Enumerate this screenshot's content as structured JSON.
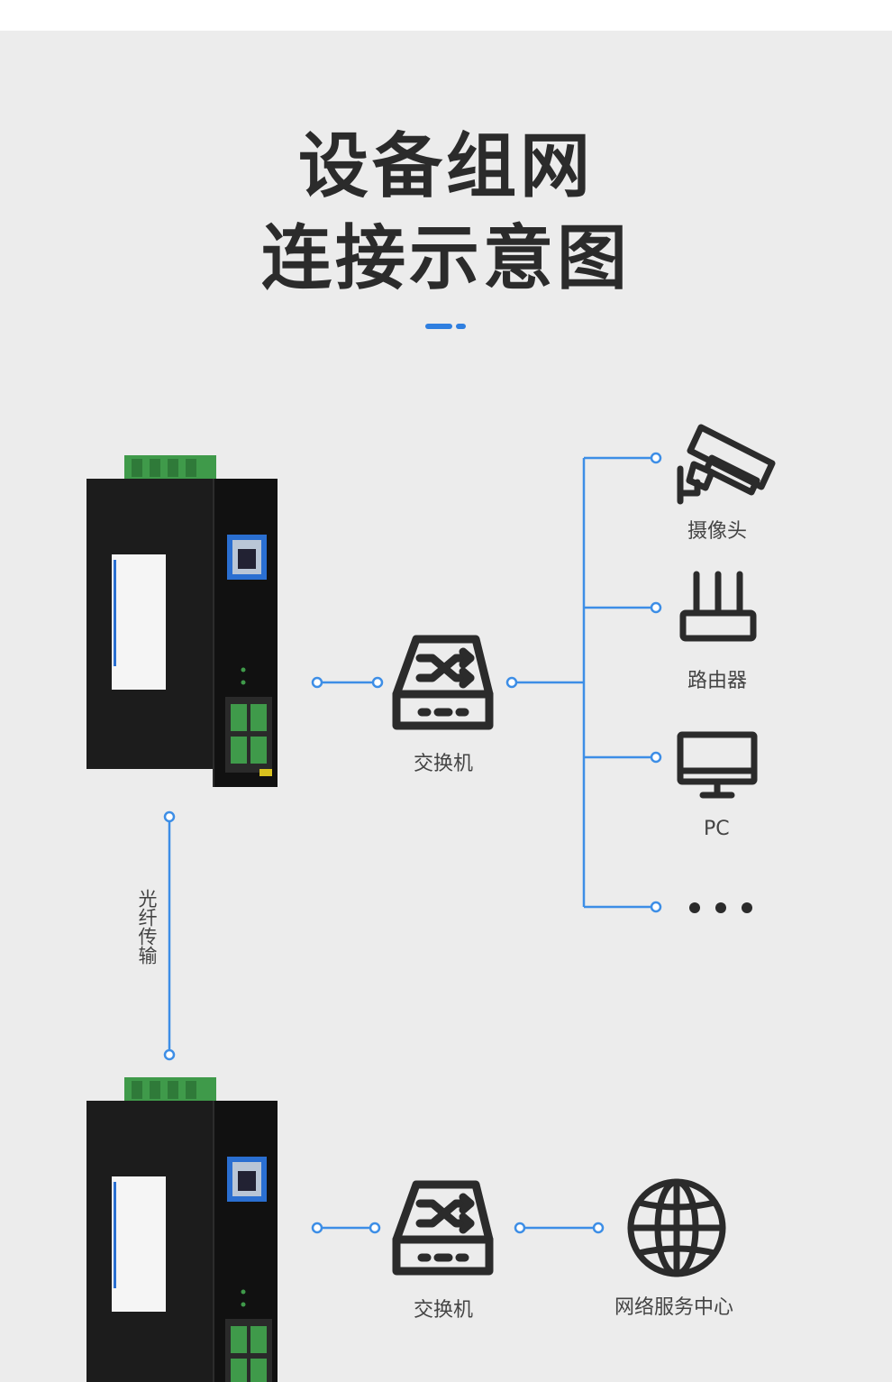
{
  "title_line1": "设备组网",
  "title_line2": "连接示意图",
  "colors": {
    "accent": "#2f7fe0",
    "line": "#3d8ee6",
    "icon": "#2b2b2b",
    "background": "#ececec",
    "device_body": "#1c1c1c",
    "terminal": "#3f9a4a"
  },
  "top_section": {
    "switch_label": "交换机",
    "switch_icon": "shuffle-switch-icon",
    "endpoints": [
      {
        "label": "摄像头",
        "icon": "camera-icon"
      },
      {
        "label": "路由器",
        "icon": "router-icon"
      },
      {
        "label": "PC",
        "icon": "monitor-icon"
      },
      {
        "label": "",
        "icon": "ellipsis-icon"
      }
    ]
  },
  "link_label": "光纤传输",
  "bottom_section": {
    "switch_label": "交换机",
    "switch_icon": "shuffle-switch-icon",
    "server_label": "网络服务中心",
    "server_icon": "globe-icon"
  }
}
